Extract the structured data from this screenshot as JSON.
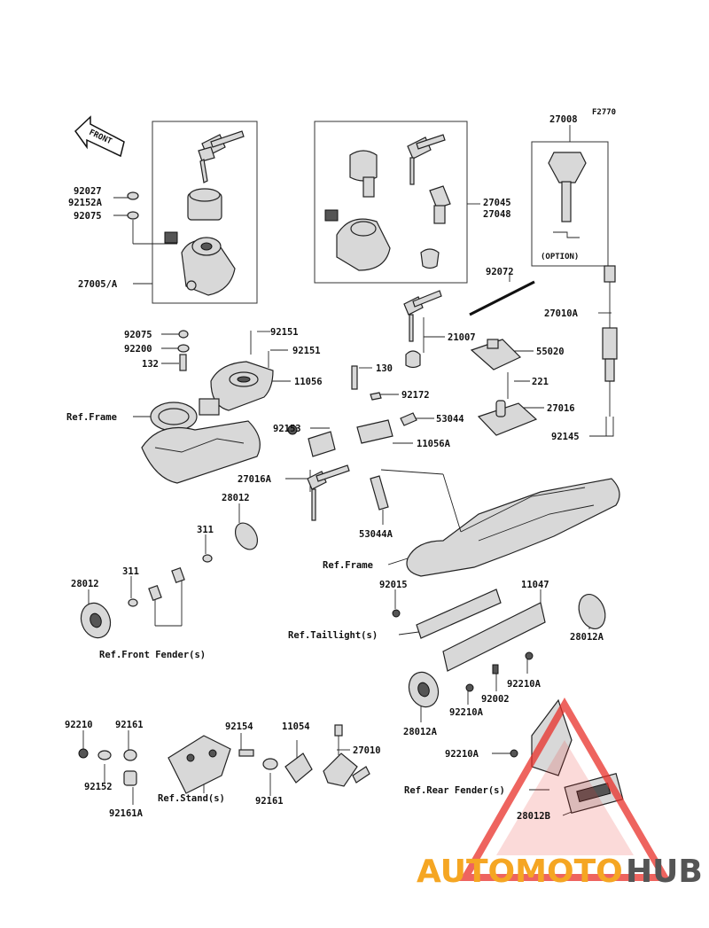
{
  "diagram_code": "F2770",
  "front_label": "FRONT",
  "option_label": "(OPTION)",
  "labels": {
    "p27008": "27008",
    "p92027": "92027",
    "p92152a": "92152A",
    "p92075a": "92075",
    "p27045": "27045",
    "p27048": "27048",
    "p92072": "92072",
    "p27005": "27005/A",
    "p27010a": "27010A",
    "p92075b": "92075",
    "p92151a": "92151",
    "p92200": "92200",
    "p92151b": "92151",
    "p21007": "21007",
    "p132": "132",
    "p55020": "55020",
    "p11056": "11056",
    "p130": "130",
    "p221": "221",
    "refframe1": "Ref.Frame",
    "p92172": "92172",
    "p27016": "27016",
    "p53044": "53044",
    "p92153": "92153",
    "p92145": "92145",
    "p11056a": "11056A",
    "p27016a": "27016A",
    "p28012a": "28012",
    "p311a": "311",
    "p53044a": "53044A",
    "refframe2": "Ref.Frame",
    "p28012b": "28012",
    "p311b": "311",
    "p92015": "92015",
    "p11047": "11047",
    "reftail": "Ref.Taillight(s)",
    "p28012c": "28012A",
    "reffront": "Ref.Front Fender(s)",
    "p92210a1": "92210A",
    "p92002": "92002",
    "p92210a2": "92210A",
    "p28012d": "28012A",
    "p92210": "92210",
    "p92161a": "92161",
    "p92154": "92154",
    "p11054": "11054",
    "p27010": "27010",
    "p92210a3": "92210A",
    "p92152": "92152",
    "refstand": "Ref.Stand(s)",
    "p92161b": "92161",
    "refrear": "Ref.Rear Fender(s)",
    "p92161c": "92161A",
    "p28012e": "28012B"
  },
  "watermark": {
    "part1": "AUTOMOTO",
    "part2": "HUB",
    "color1": "#f5a623",
    "color2": "#555555",
    "triangle_color": "#e8302a"
  }
}
